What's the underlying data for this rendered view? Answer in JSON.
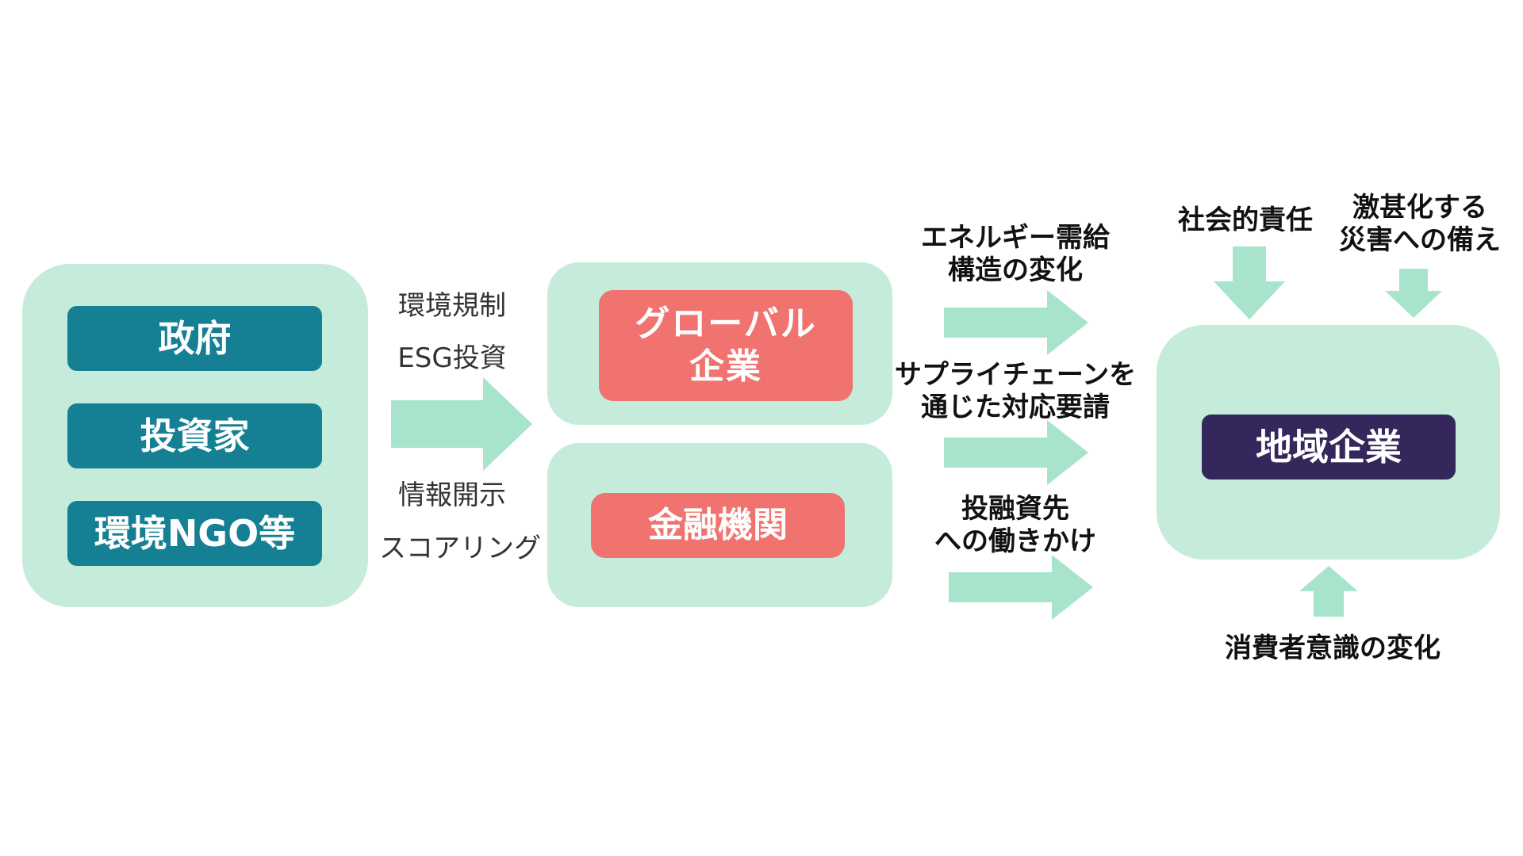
{
  "colors": {
    "panel": "#c5ecdb",
    "arrow": "#a8e4cc",
    "stakeholder_box": "#157f93",
    "company_box": "#f07370",
    "local_box": "#34275c"
  },
  "stakeholders": [
    "政府",
    "投資家",
    "環境NGO等"
  ],
  "pressure_labels": {
    "top": [
      "環境規制",
      "ESG投資"
    ],
    "bottom": [
      "情報開示",
      "スコアリング"
    ]
  },
  "intermediaries": {
    "global": [
      "グローバル",
      "企業"
    ],
    "finance": "金融機関"
  },
  "flows": {
    "energy": [
      "エネルギー需給",
      "構造の変化"
    ],
    "supply": [
      "サプライチェーンを",
      "通じた対応要請"
    ],
    "finance": [
      "投融資先",
      "への働きかけ"
    ]
  },
  "local_company": "地域企業",
  "influences": {
    "social": "社会的責任",
    "disaster": [
      "激甚化する",
      "災害への備え"
    ],
    "consumer": "消費者意識の変化"
  }
}
